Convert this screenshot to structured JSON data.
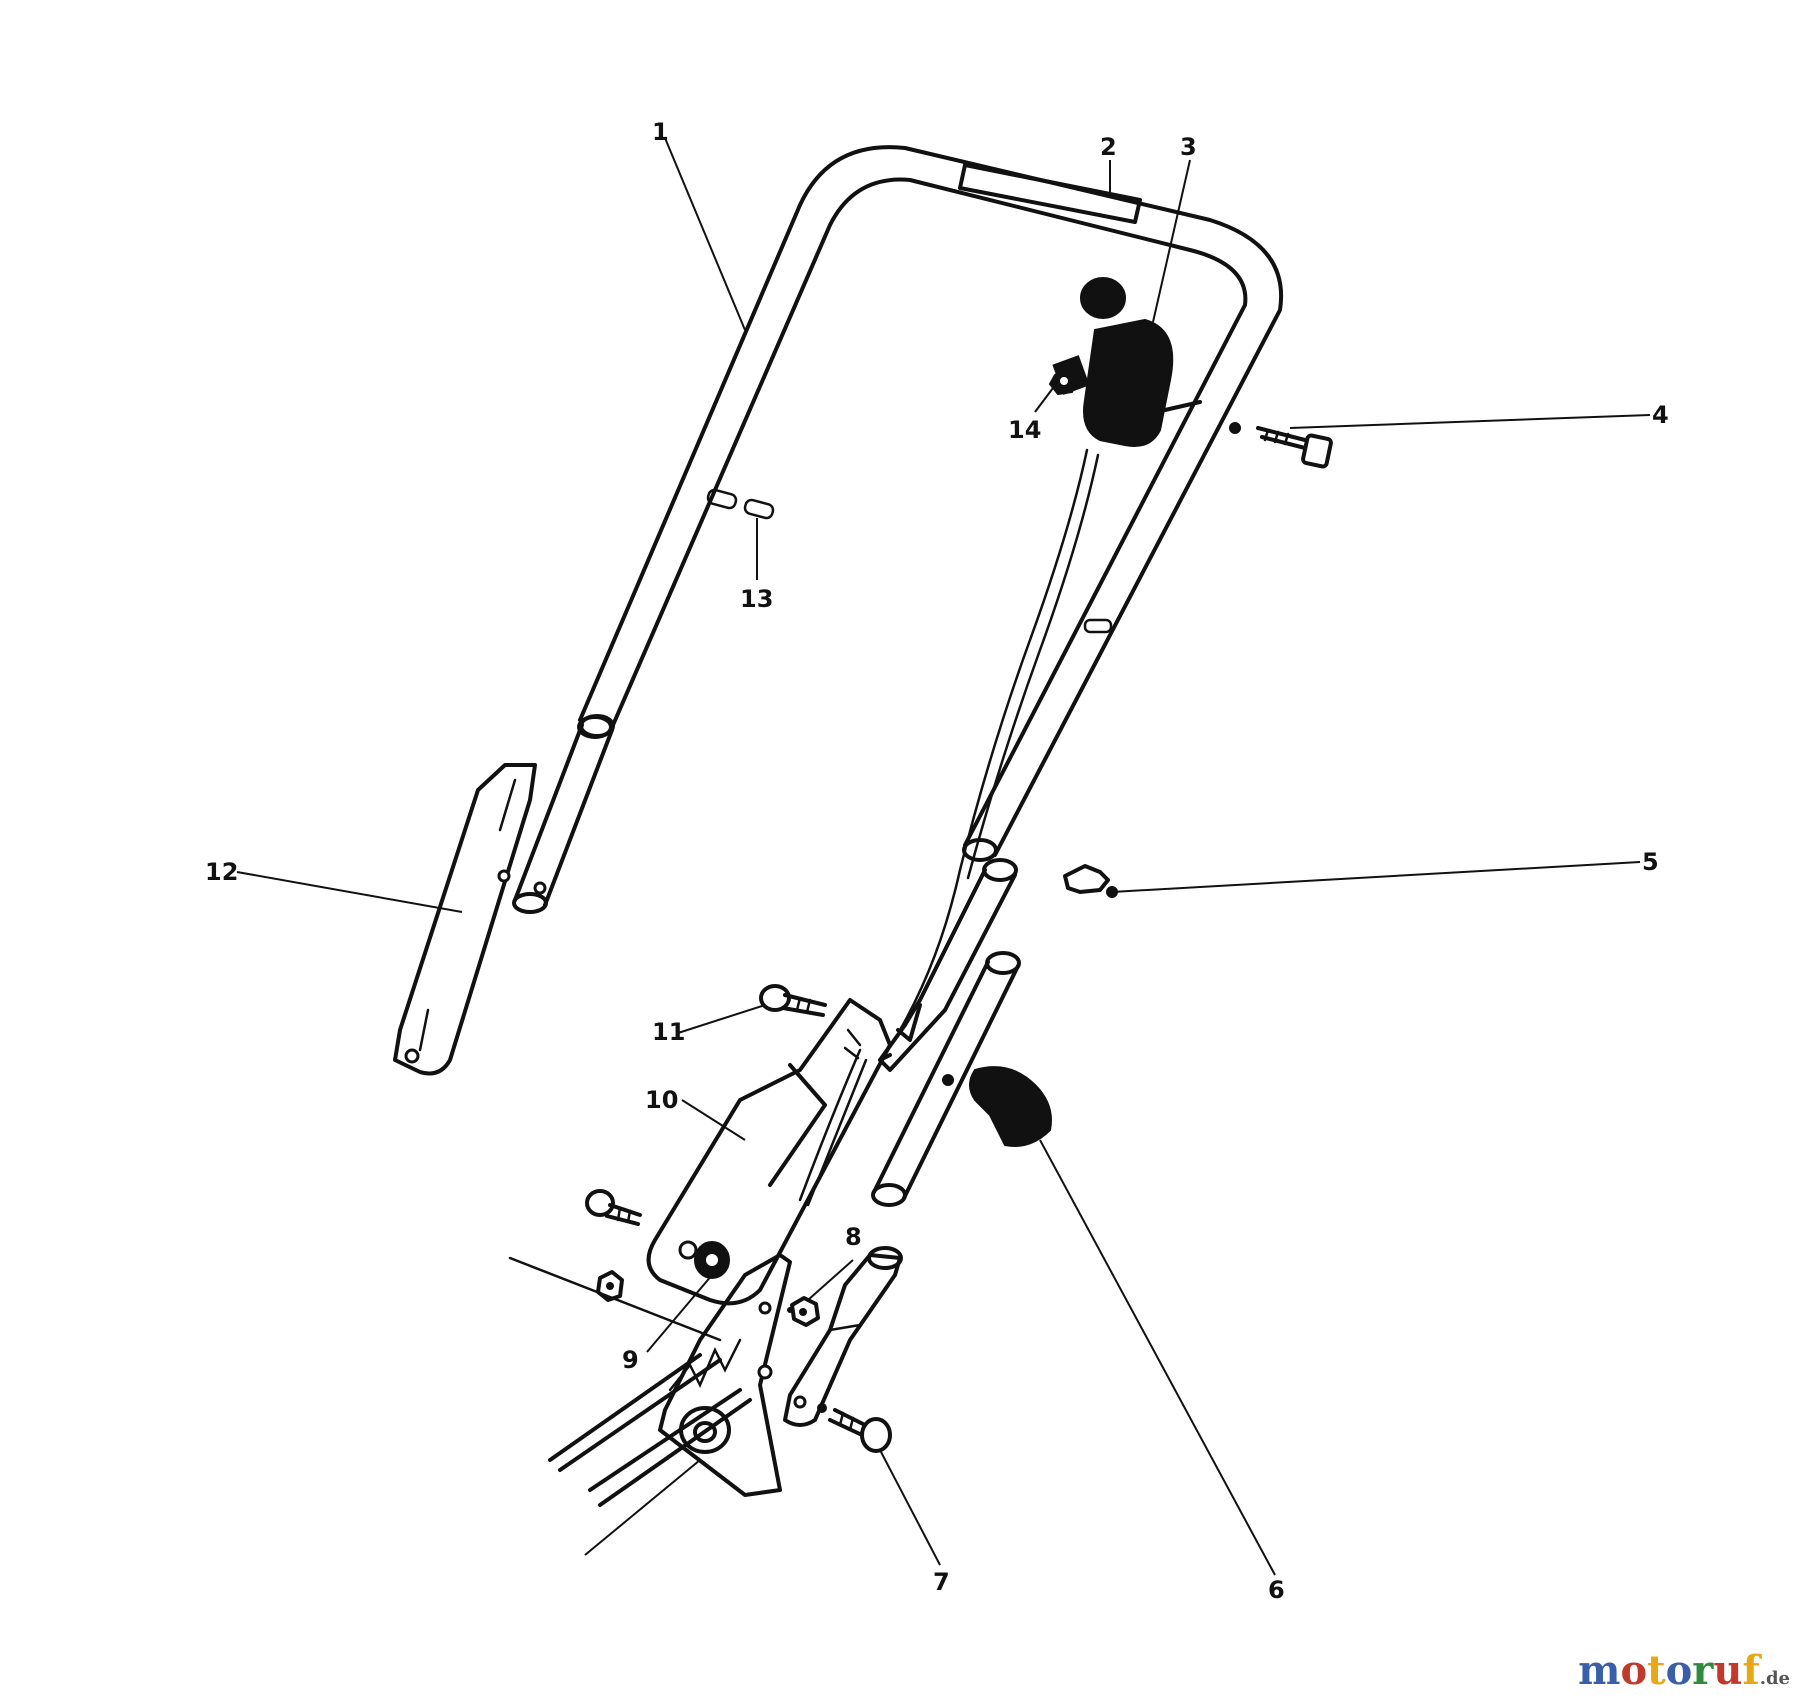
{
  "callouts": {
    "c1": "1",
    "c2": "2",
    "c3": "3",
    "c4": "4",
    "c5": "5",
    "c6": "6",
    "c7": "7",
    "c8": "8",
    "c9": "9",
    "c10": "10",
    "c11": "11",
    "c12": "12",
    "c13": "13",
    "c14": "14"
  },
  "watermark": {
    "letters": [
      "m",
      "o",
      "t",
      "o",
      "r",
      "u",
      "f"
    ],
    "letter_colors": [
      "#3a5fa8",
      "#c0392b",
      "#e6a817",
      "#3a5fa8",
      "#2e8b3e",
      "#c0392b",
      "#e6a817"
    ],
    "suffix": ".de",
    "suffix_color": "#555555"
  }
}
